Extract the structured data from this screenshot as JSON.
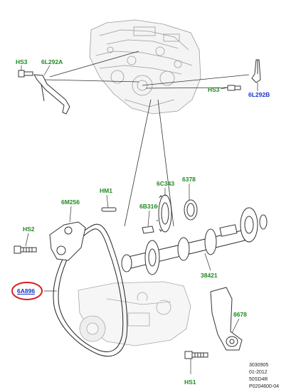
{
  "labels": {
    "hs3_top": "HS3",
    "l6l292a": "6L292A",
    "hs3_right": "HS3",
    "l6l292b": "6L292B",
    "hm1": "HM1",
    "l6c343": "6C343",
    "l6378": "6378",
    "l6m256": "6M256",
    "l6b316": "6B316",
    "hs2": "HS2",
    "l6a896": "6A896",
    "l38421": "38421",
    "l8678": "8678",
    "hs1": "HS1"
  },
  "reference": {
    "line1": "3030905",
    "line2": "01-2012",
    "line3": "50SD4R",
    "line4": "P0204600-04"
  },
  "colors": {
    "label_green": "#1f8a1f",
    "label_blue": "#1a33c8",
    "highlight_circle": "#d42020"
  },
  "icons": [
    "engine-block-icon",
    "timing-belt-icon",
    "camshaft-icon",
    "gear-icon",
    "bolt-icon",
    "tensioner-icon"
  ]
}
